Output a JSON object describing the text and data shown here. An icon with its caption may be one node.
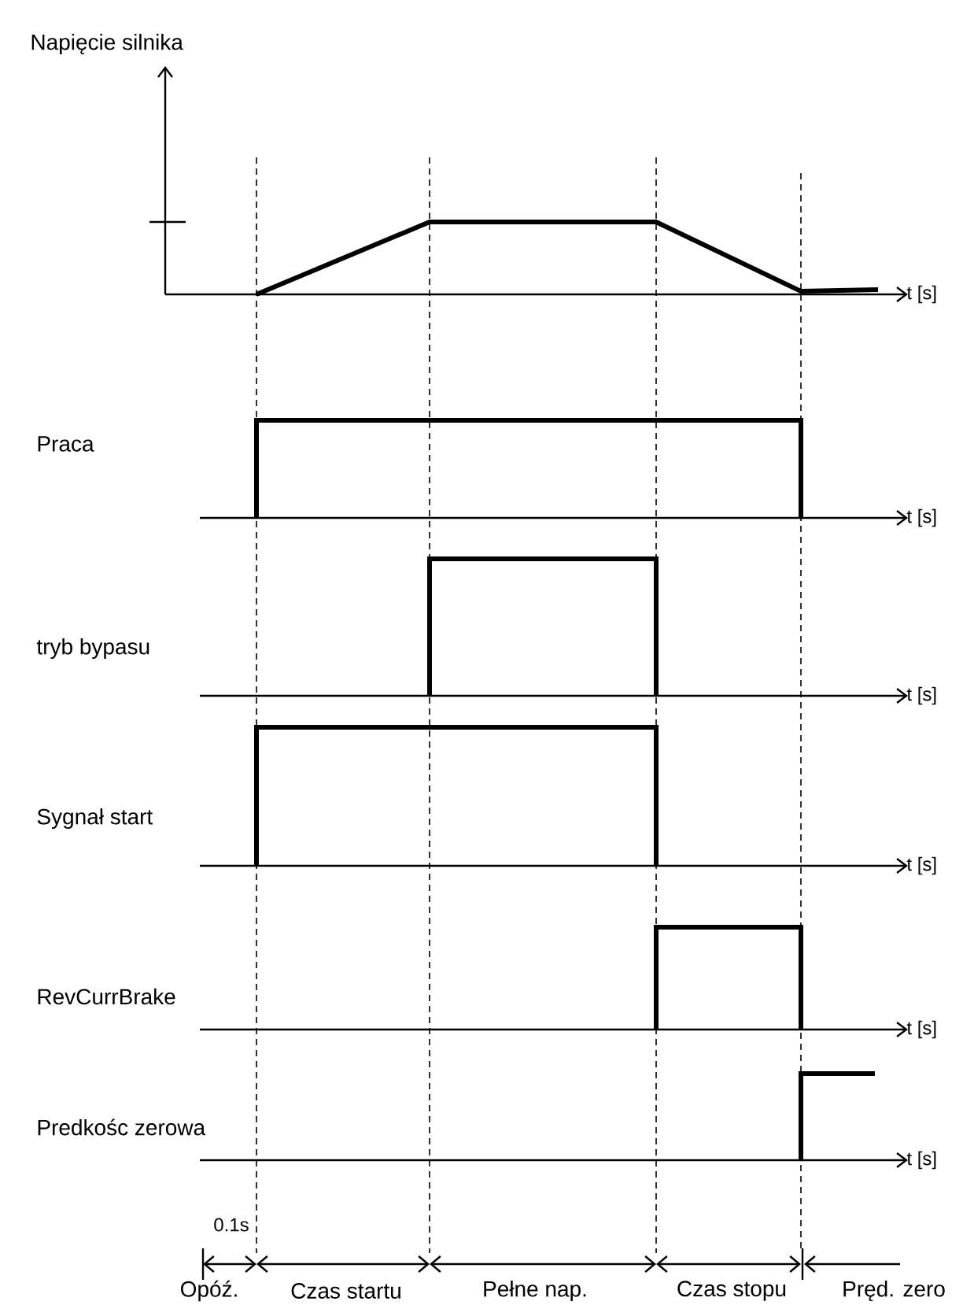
{
  "diagram": {
    "labels": [
      "Napięcie silnika",
      "t [s]",
      "Praca",
      "t [s]",
      "tryb bypasu",
      "t [s]",
      "Sygnał start",
      "t [s]",
      "RevCurrBrake",
      "t [s]",
      "Predkośc zerowa",
      "t [s]",
      "0.1s",
      "Opóź.",
      "Czas startu",
      "Pełne nap.",
      "Czas stopu",
      "Pręd. zero"
    ]
  }
}
